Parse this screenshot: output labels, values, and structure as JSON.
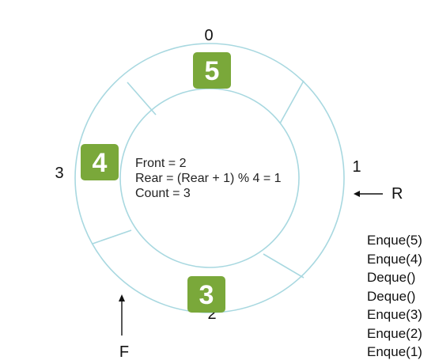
{
  "queue": {
    "indices": [
      "0",
      "1",
      "2",
      "3"
    ],
    "slots": [
      {
        "index": "0",
        "value": "5"
      },
      {
        "index": "2",
        "value": "3"
      },
      {
        "index": "3",
        "value": "4"
      }
    ]
  },
  "state": {
    "front": "Front = 2",
    "rear": "Rear = (Rear + 1) % 4 = 1",
    "count": "Count = 3"
  },
  "pointers": {
    "rear_label": "R",
    "front_label": "F"
  },
  "operations": [
    "Enque(5)",
    "Enque(4)",
    "Deque()",
    "Deque()",
    "Enque(3)",
    "Enque(2)",
    "Enque(1)"
  ],
  "colors": {
    "ring": "#a8d8e0",
    "box": "#7aa83a",
    "box_text": "#ffffff"
  }
}
